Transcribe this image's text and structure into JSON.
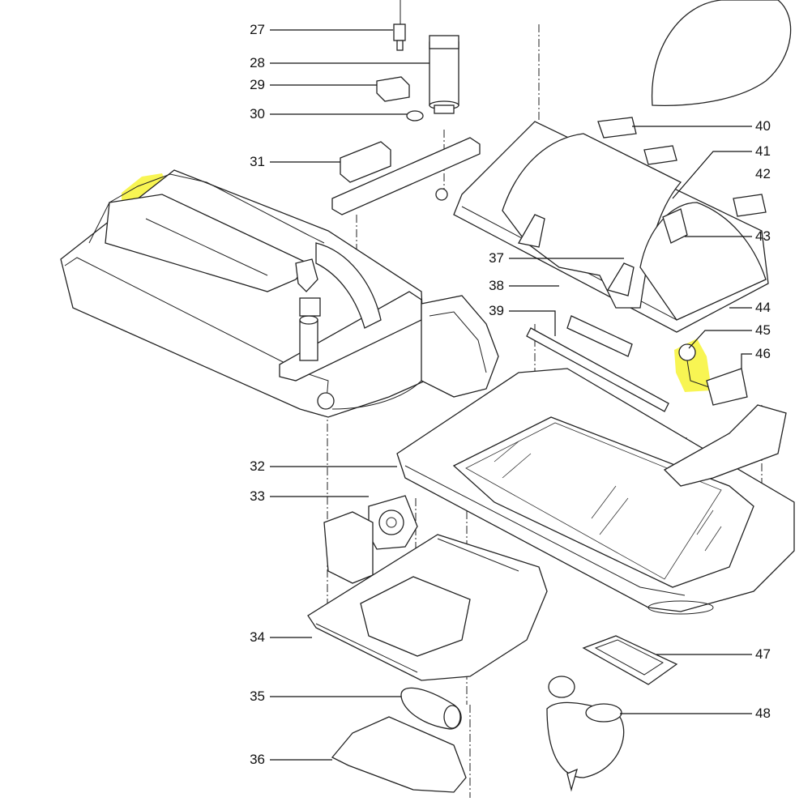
{
  "diagram": {
    "callouts": [
      {
        "number": "27"
      },
      {
        "number": "28"
      },
      {
        "number": "29"
      },
      {
        "number": "30"
      },
      {
        "number": "31"
      },
      {
        "number": "32"
      },
      {
        "number": "33"
      },
      {
        "number": "34"
      },
      {
        "number": "35"
      },
      {
        "number": "36"
      },
      {
        "number": "37"
      },
      {
        "number": "38"
      },
      {
        "number": "39"
      },
      {
        "number": "40"
      },
      {
        "number": "41"
      },
      {
        "number": "42"
      },
      {
        "number": "43"
      },
      {
        "number": "44"
      },
      {
        "number": "45"
      },
      {
        "number": "46"
      },
      {
        "number": "47"
      },
      {
        "number": "48"
      }
    ],
    "highlight_color": "#f6f21a",
    "line_color": "#222222"
  }
}
